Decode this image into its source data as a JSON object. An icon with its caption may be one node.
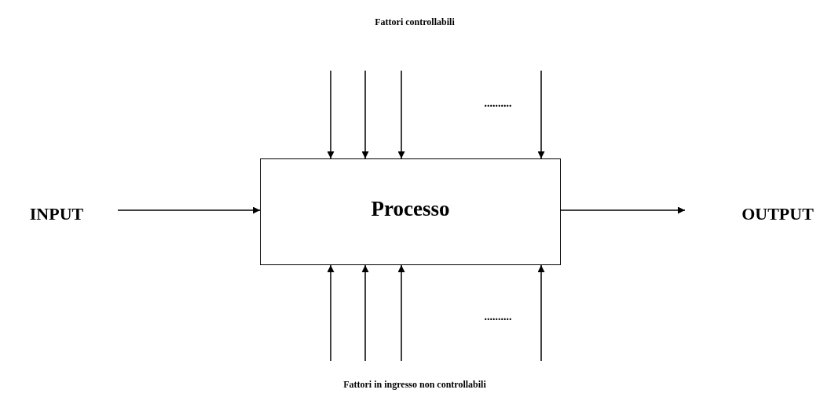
{
  "diagram": {
    "nodes": [
      {
        "text": [
          "INPUT"
        ]
      },
      {
        "text": [
          "Processo"
        ]
      },
      {
        "text": [
          "OUTPUT"
        ]
      }
    ],
    "edges": [
      {
        "from": 0,
        "to": 1,
        "arrow": "to"
      },
      {
        "from": 1,
        "to": 2,
        "arrow": "to"
      },
      {
        "from": null,
        "to": 1,
        "arrow": "to"
      },
      {
        "from": null,
        "to": 1,
        "arrow": "to"
      },
      {
        "from": null,
        "to": 1,
        "arrow": "to"
      },
      {
        "from": null,
        "to": 1,
        "arrow": "to"
      },
      {
        "from": null,
        "to": 1,
        "arrow": "to"
      },
      {
        "from": null,
        "to": 1,
        "arrow": "to"
      },
      {
        "from": null,
        "to": 1,
        "arrow": "to"
      },
      {
        "from": null,
        "to": 1,
        "arrow": "to"
      }
    ],
    "labels": [
      "Fattori controllabili",
      "..........",
      "..........",
      "Fattori in ingresso non controllabili"
    ]
  }
}
